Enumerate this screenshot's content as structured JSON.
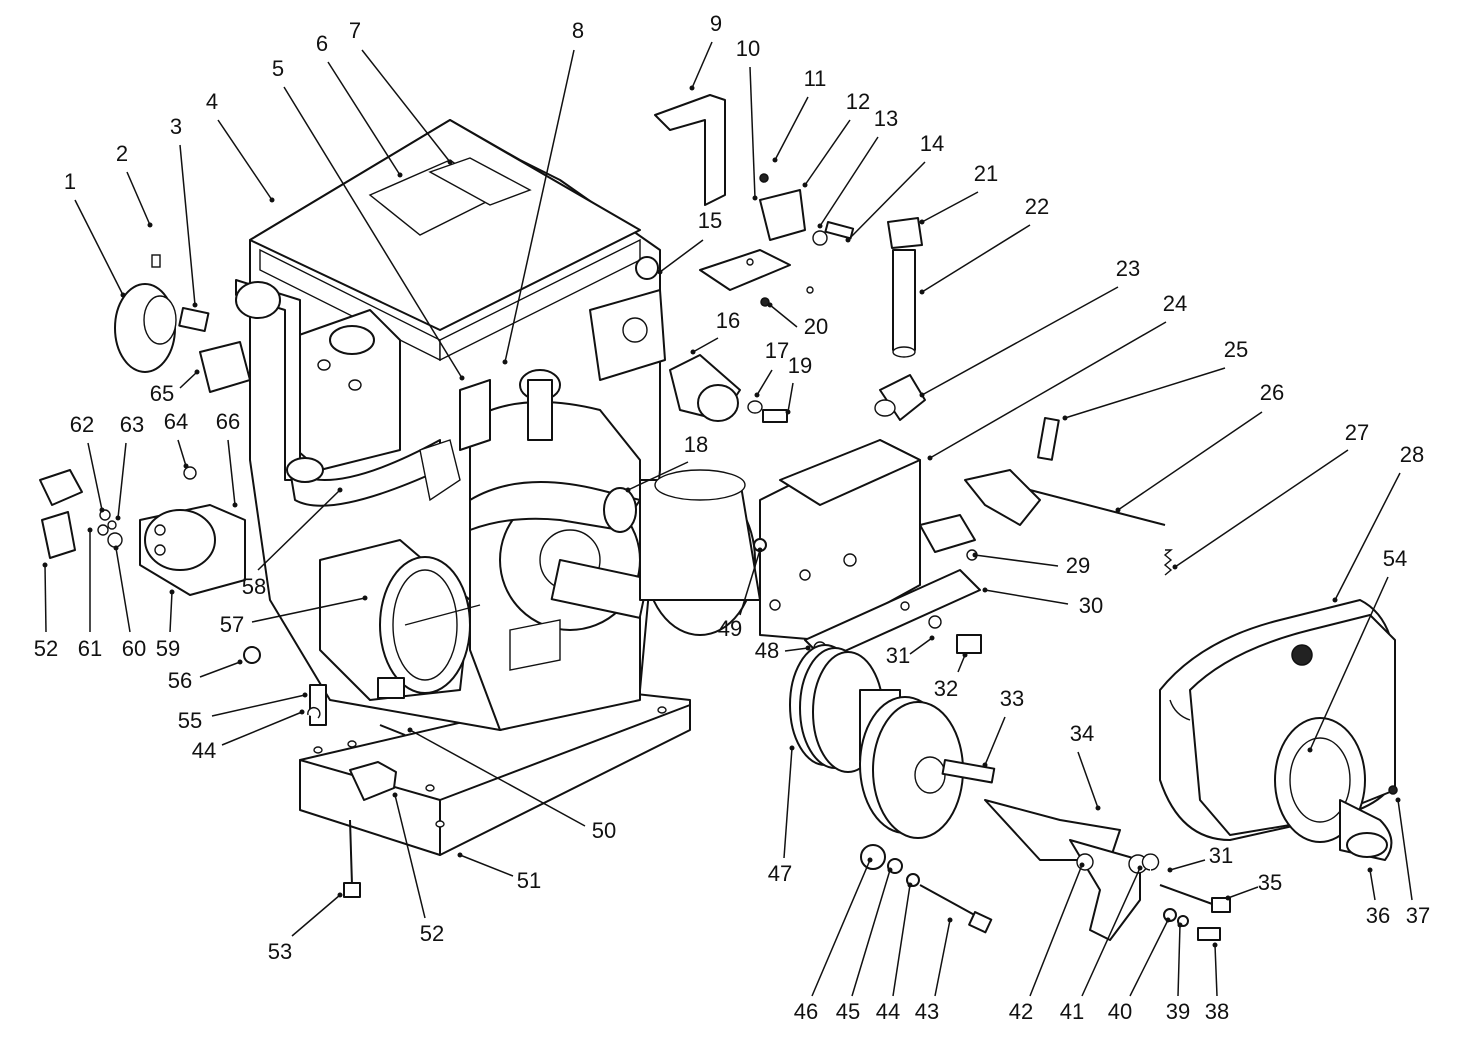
{
  "callouts": [
    {
      "id": "1"
    },
    {
      "id": "2"
    },
    {
      "id": "3"
    },
    {
      "id": "4"
    },
    {
      "id": "5"
    },
    {
      "id": "6"
    },
    {
      "id": "7"
    },
    {
      "id": "8"
    },
    {
      "id": "9"
    },
    {
      "id": "10"
    },
    {
      "id": "11"
    },
    {
      "id": "12"
    },
    {
      "id": "13"
    },
    {
      "id": "14"
    },
    {
      "id": "15"
    },
    {
      "id": "16"
    },
    {
      "id": "17"
    },
    {
      "id": "18"
    },
    {
      "id": "19"
    },
    {
      "id": "20"
    },
    {
      "id": "21"
    },
    {
      "id": "22"
    },
    {
      "id": "23"
    },
    {
      "id": "24"
    },
    {
      "id": "25"
    },
    {
      "id": "26"
    },
    {
      "id": "27"
    },
    {
      "id": "28"
    },
    {
      "id": "29"
    },
    {
      "id": "30"
    },
    {
      "id": "31"
    },
    {
      "id": "32"
    },
    {
      "id": "33"
    },
    {
      "id": "34"
    },
    {
      "id": "31"
    },
    {
      "id": "35"
    },
    {
      "id": "36"
    },
    {
      "id": "37"
    },
    {
      "id": "38"
    },
    {
      "id": "39"
    },
    {
      "id": "40"
    },
    {
      "id": "41"
    },
    {
      "id": "42"
    },
    {
      "id": "43"
    },
    {
      "id": "44"
    },
    {
      "id": "45"
    },
    {
      "id": "46"
    },
    {
      "id": "47"
    },
    {
      "id": "48"
    },
    {
      "id": "49"
    },
    {
      "id": "50"
    },
    {
      "id": "51"
    },
    {
      "id": "52"
    },
    {
      "id": "53"
    },
    {
      "id": "44"
    },
    {
      "id": "55"
    },
    {
      "id": "56"
    },
    {
      "id": "57"
    },
    {
      "id": "58"
    },
    {
      "id": "59"
    },
    {
      "id": "60"
    },
    {
      "id": "61"
    },
    {
      "id": "52"
    },
    {
      "id": "62"
    },
    {
      "id": "63"
    },
    {
      "id": "64"
    },
    {
      "id": "65"
    },
    {
      "id": "66"
    },
    {
      "id": "54"
    }
  ]
}
